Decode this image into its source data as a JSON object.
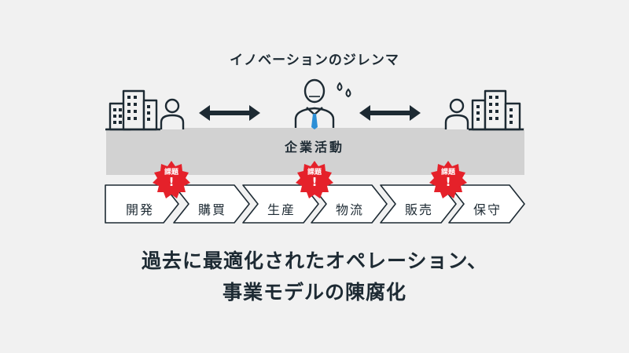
{
  "title": "イノベーションのジレンマ",
  "band_label": "企業活動",
  "steps": [
    "開発",
    "購買",
    "生産",
    "物流",
    "販売",
    "保守"
  ],
  "issue_label": "課題",
  "issue_mark": "!",
  "headline": {
    "line1": "過去に最適化されたオペレーション、",
    "line2": "事業モデルの陳腐化"
  },
  "colors": {
    "background": "#f1f1f1",
    "band": "#d2d2d2",
    "ink": "#1d2a33",
    "issue": "#e5212a",
    "tie": "#2c8fd6"
  },
  "icons": [
    "building-icon",
    "person-icon",
    "businessman-icon",
    "sweat-icon",
    "double-arrow-icon",
    "burst-badge-icon"
  ]
}
